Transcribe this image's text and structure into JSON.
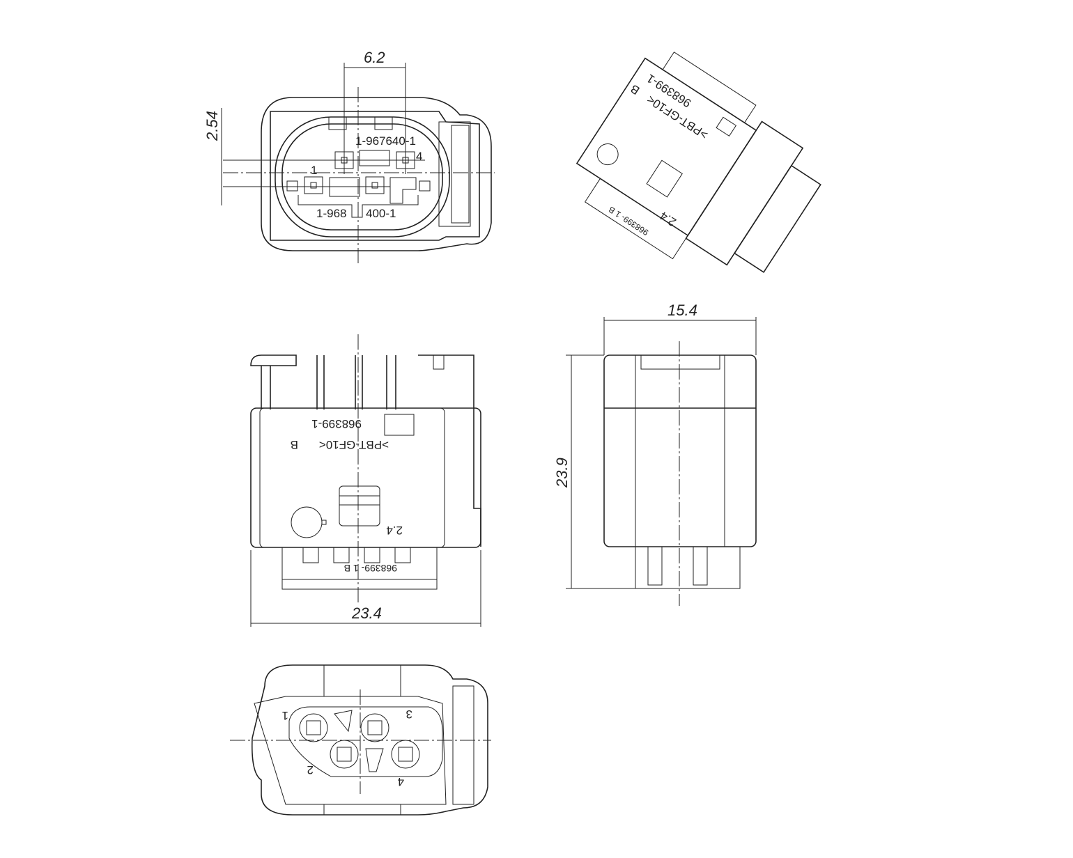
{
  "drawing": {
    "dimensions": {
      "pin_pitch_horizontal": "6.2",
      "pin_pitch_vertical": "2.54",
      "width_side": "15.4",
      "height_side": "23.9",
      "width_front": "23.4"
    },
    "front_view": {
      "part_number_top": "1-967640-1",
      "part_number_bottom_left": "1-968",
      "part_number_bottom_right": "400-1",
      "pin_labels": [
        "1",
        "4"
      ]
    },
    "top_view": {
      "part_number": "968399-1",
      "material": ">PBT-GF10<",
      "mark": "B",
      "revision": "2.4",
      "lower_marking": "968399- 1 B"
    },
    "iso_view": {
      "part_number": "968399-1",
      "material": ">PBT-GF10<",
      "mark": "B",
      "revision": "2.4",
      "lower_marking": "968399- 1 B"
    },
    "rear_view": {
      "pin_labels": [
        "1",
        "2",
        "3",
        "4"
      ]
    }
  }
}
